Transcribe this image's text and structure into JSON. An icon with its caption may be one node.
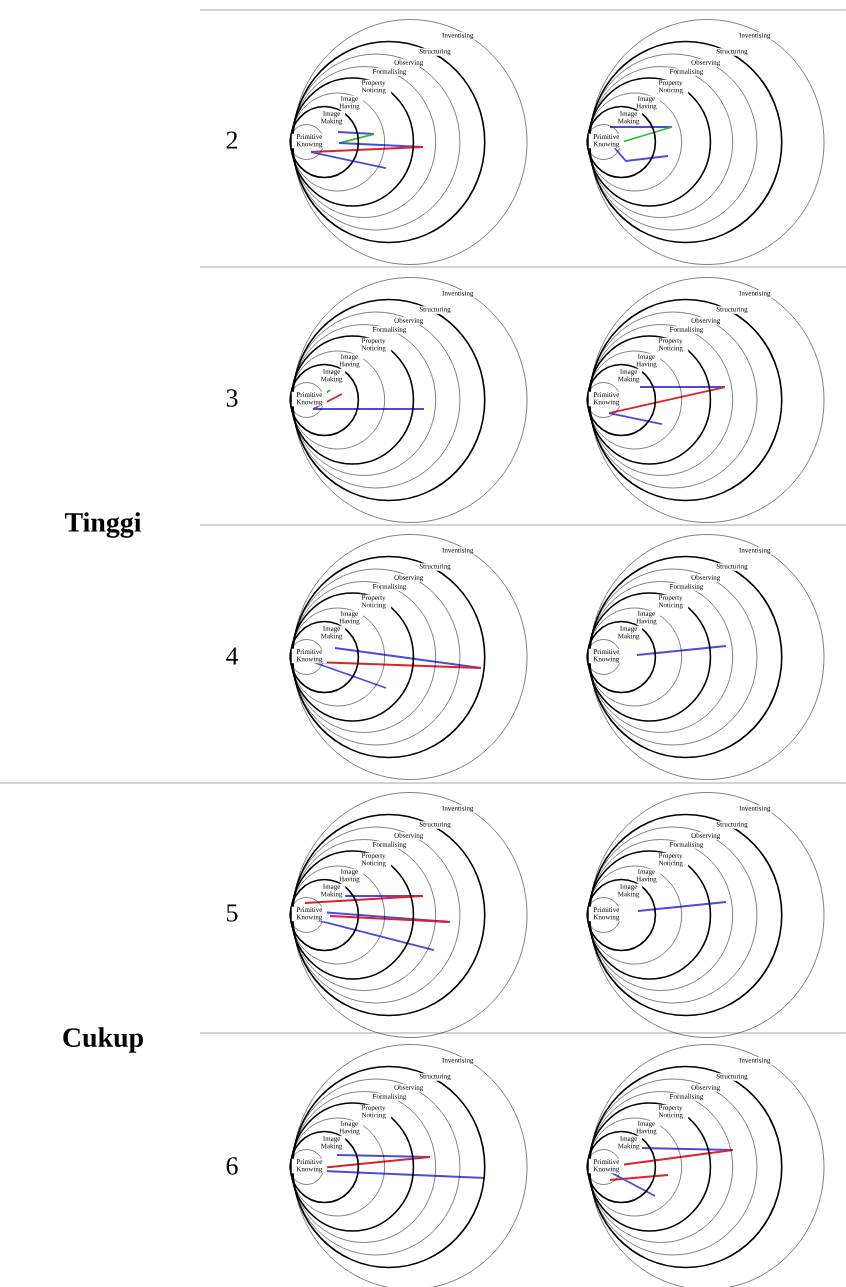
{
  "diagram": {
    "nodes": [
      {
        "text": [
          "Inventising"
        ]
      },
      {
        "text": [
          "Structuring"
        ],
        "in": 0
      },
      {
        "text": [
          "Observing"
        ],
        "in": 1
      },
      {
        "text": [
          "Formalising"
        ],
        "in": 2
      },
      {
        "text": [
          "Property Noticing"
        ],
        "in": 3
      },
      {
        "text": [
          "Image Having"
        ],
        "in": 4
      },
      {
        "text": [
          "Image Making"
        ],
        "in": 5
      },
      {
        "text": [
          "Primitive Knowing"
        ],
        "in": 6
      },
      {
        "text": [
          "Inventising"
        ]
      },
      {
        "text": [
          "Structuring"
        ],
        "in": 8
      },
      {
        "text": [
          "Observing"
        ],
        "in": 9
      },
      {
        "text": [
          "Formalising"
        ],
        "in": 10
      },
      {
        "text": [
          "Property Noticing"
        ],
        "in": 11
      },
      {
        "text": [
          "Image Having"
        ],
        "in": 12
      },
      {
        "text": [
          "Image Making"
        ],
        "in": 13
      },
      {
        "text": [
          "Primitive Knowing"
        ],
        "in": 14
      },
      {
        "text": [
          "Inventising"
        ]
      },
      {
        "text": [
          "Structuring"
        ],
        "in": 16
      },
      {
        "text": [
          "Observing"
        ],
        "in": 17
      },
      {
        "text": [
          "Formalising"
        ],
        "in": 18
      },
      {
        "text": [
          "Property Noticing"
        ],
        "in": 19
      },
      {
        "text": [
          "Image Having"
        ],
        "in": 20
      },
      {
        "text": [
          "Image Making"
        ],
        "in": 21
      },
      {
        "text": [
          "Primitive Knowing"
        ],
        "in": 22
      },
      {
        "text": [
          "Inventising"
        ]
      },
      {
        "text": [
          "Structuring"
        ],
        "in": 24
      },
      {
        "text": [
          "Observing"
        ],
        "in": 25
      },
      {
        "text": [
          "Formalising"
        ],
        "in": 26
      },
      {
        "text": [
          "Property Noticing"
        ],
        "in": 27
      },
      {
        "text": [
          "Image Having"
        ],
        "in": 28
      },
      {
        "text": [
          "Image Making"
        ],
        "in": 29
      },
      {
        "text": [
          "Primitive Knowing"
        ],
        "in": 30
      },
      {
        "text": [
          "Inventising"
        ]
      },
      {
        "text": [
          "Structuring"
        ],
        "in": 32
      },
      {
        "text": [
          "Observing"
        ],
        "in": 33
      },
      {
        "text": [
          "Formalising"
        ],
        "in": 34
      },
      {
        "text": [
          "Property Noticing"
        ],
        "in": 35
      },
      {
        "text": [
          "Image Having"
        ],
        "in": 36
      },
      {
        "text": [
          "Image Making"
        ],
        "in": 37
      },
      {
        "text": [
          "Primitive Knowing"
        ],
        "in": 38
      },
      {
        "text": [
          "Inventising"
        ]
      },
      {
        "text": [
          "Structuring"
        ],
        "in": 40
      },
      {
        "text": [
          "Observing"
        ],
        "in": 41
      },
      {
        "text": [
          "Formalising"
        ],
        "in": 42
      },
      {
        "text": [
          "Property Noticing"
        ],
        "in": 43
      },
      {
        "text": [
          "Image Having"
        ],
        "in": 44
      },
      {
        "text": [
          "Image Making"
        ],
        "in": 45
      },
      {
        "text": [
          "Primitive Knowing"
        ],
        "in": 46
      },
      {
        "text": [
          "Inventising"
        ]
      },
      {
        "text": [
          "Structuring"
        ],
        "in": 48
      },
      {
        "text": [
          "Observing"
        ],
        "in": 49
      },
      {
        "text": [
          "Formalising"
        ],
        "in": 50
      },
      {
        "text": [
          "Property Noticing"
        ],
        "in": 51
      },
      {
        "text": [
          "Image Having"
        ],
        "in": 52
      },
      {
        "text": [
          "Image Making"
        ],
        "in": 53
      },
      {
        "text": [
          "Primitive Knowing"
        ],
        "in": 54
      },
      {
        "text": [
          "Inventising"
        ]
      },
      {
        "text": [
          "Structuring"
        ],
        "in": 56
      },
      {
        "text": [
          "Observing"
        ],
        "in": 57
      },
      {
        "text": [
          "Formalising"
        ],
        "in": 58
      },
      {
        "text": [
          "Property Noticing"
        ],
        "in": 59
      },
      {
        "text": [
          "Image Having"
        ],
        "in": 60
      },
      {
        "text": [
          "Image Making"
        ],
        "in": 61
      },
      {
        "text": [
          "Primitive Knowing"
        ],
        "in": 62
      },
      {
        "text": [
          "Inventising"
        ]
      },
      {
        "text": [
          "Structuring"
        ],
        "in": 64
      },
      {
        "text": [
          "Observing"
        ],
        "in": 65
      },
      {
        "text": [
          "Formalising"
        ],
        "in": 66
      },
      {
        "text": [
          "Property Noticing"
        ],
        "in": 67
      },
      {
        "text": [
          "Image Having"
        ],
        "in": 68
      },
      {
        "text": [
          "Image Making"
        ],
        "in": 69
      },
      {
        "text": [
          "Primitive Knowing"
        ],
        "in": 70
      },
      {
        "text": [
          "Inventising"
        ]
      },
      {
        "text": [
          "Structuring"
        ],
        "in": 72
      },
      {
        "text": [
          "Observing"
        ],
        "in": 73
      },
      {
        "text": [
          "Formalising"
        ],
        "in": 74
      },
      {
        "text": [
          "Property Noticing"
        ],
        "in": 75
      },
      {
        "text": [
          "Image Having"
        ],
        "in": 76
      },
      {
        "text": [
          "Image Making"
        ],
        "in": 77
      },
      {
        "text": [
          "Primitive Knowing"
        ],
        "in": 78
      }
    ],
    "labels": [
      "2",
      "3",
      "Tinggi",
      "4",
      "5",
      "Cukup",
      "6"
    ]
  }
}
